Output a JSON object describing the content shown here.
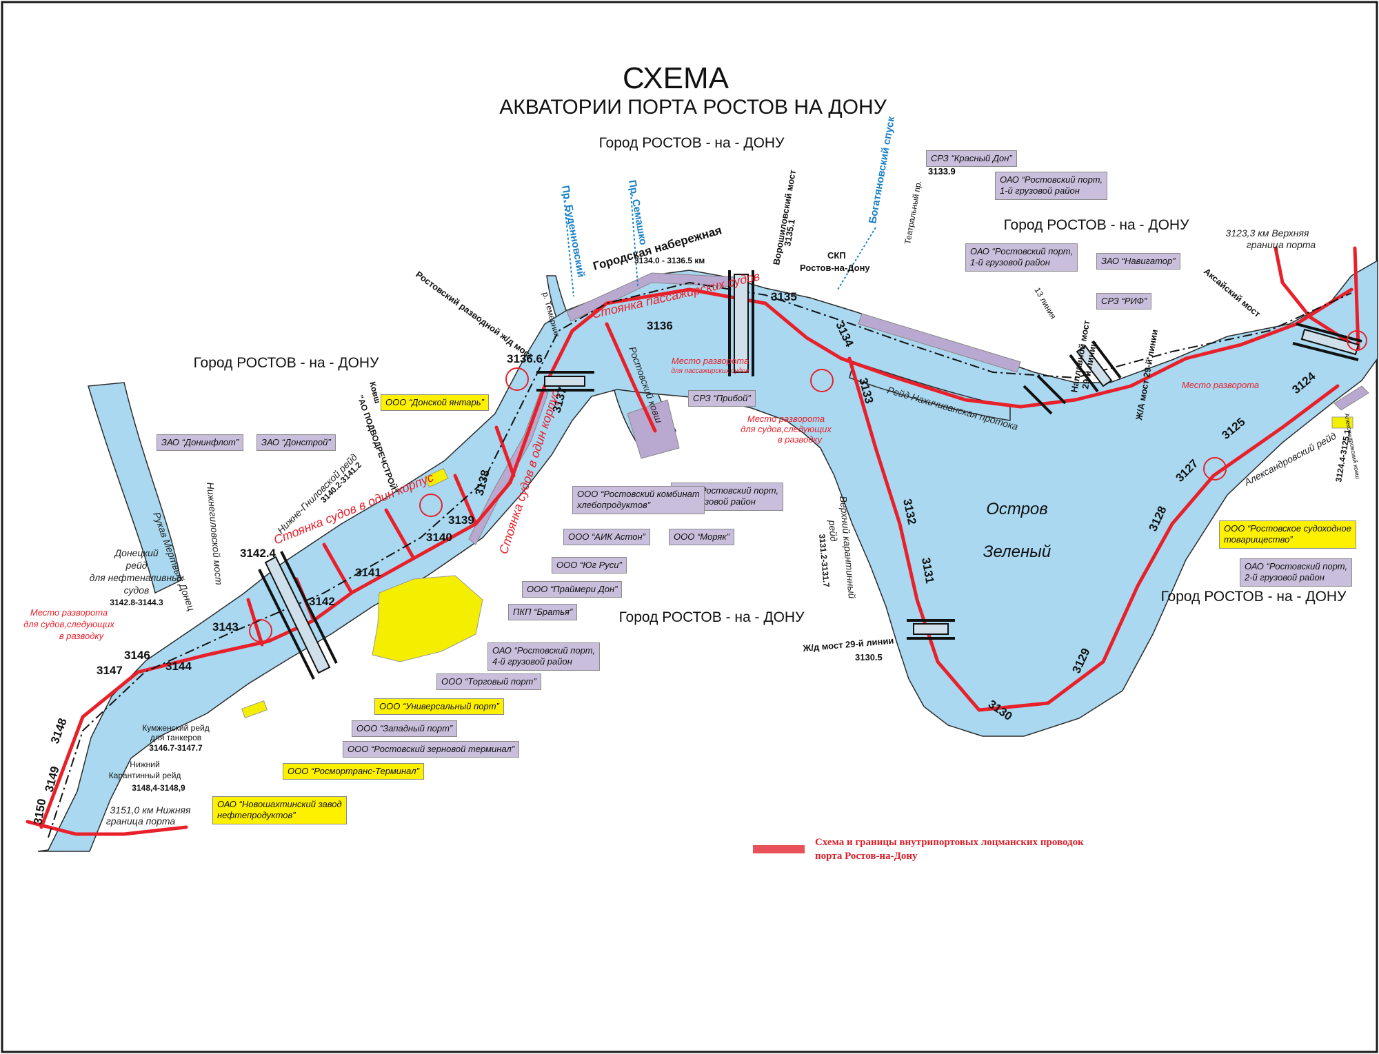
{
  "title": "СХЕМА",
  "subtitle": "АКВАТОРИИ ПОРТА РОСТОВ НА ДОНУ",
  "city_labels": [
    "Город  РОСТОВ - на - ДОНУ",
    "Город  РОСТОВ - на - ДОНУ",
    "Город  РОСТОВ - на - ДОНУ",
    "Город  РОСТОВ - на - ДОНУ",
    "Город  РОСТОВ - на - ДОНУ"
  ],
  "island": [
    "Остров",
    "Зеленый"
  ],
  "km_marks": [
    "3150",
    "3149",
    "3148",
    "3147",
    "3146",
    "3144",
    "3143",
    "3142",
    "3141",
    "3140",
    "3139",
    "3138",
    "3137",
    "3136",
    "3135",
    "3134",
    "3133",
    "3132",
    "3131",
    "3130",
    "3129",
    "3128",
    "3127",
    "3125",
    "3124"
  ],
  "bridges": {
    "nizhnegnilovskoy": "Нижнегиловской мост",
    "nizhnegnilovskoy_km": "3142.4",
    "railway_razvodnoy": "Ростовский разводной ж/д мост",
    "railway_razvodnoy_km": "3136.6",
    "voroshilovsky": "Ворошиловский мост",
    "voroshilovsky_km": "3135.1",
    "naplavnoy": "Наплавной мост",
    "naplavnoy_sub": "29-й линии",
    "railway_29": "Ж/А мост 29-й линии",
    "railway_29_lower": "Ж/д мост 29-й линии",
    "railway_29_lower_km": "3130.5",
    "aksaysky": "Аксайский мост"
  },
  "streets": {
    "budennovsky": "Пр. Буденновский",
    "semashko": "Пр. Семашко",
    "bogatyanovsky": "Богатяновский спуск",
    "teatralny": "Театральный пр.",
    "line13": "13 линия"
  },
  "places": {
    "gorodskaya_nab": "Городская набережная",
    "gorodskaya_nab_km": "3134.0 - 3136.5 км",
    "skp": "СКП",
    "skp_sub": "Ростов-на-Дону",
    "temernik": "р. Темерник",
    "rostovsky_kovsh": "Ростовский ковш",
    "ao_podvodrechstroy": "\"АО ПОДВОДРЕЧСТРОЙ\"",
    "kovsh": "Ковш",
    "mertvy_donets": "Рукав Мертвый Донец",
    "aleksandrovsky_kovsh": "Александровский ковш"
  },
  "raids": {
    "nizhne_gnilovskoy": "Нижне-Гниловской рейд",
    "nizhne_gnilovskoy_km": "3140.2-3141.2",
    "donetsky": [
      "Донецкий",
      "рейд",
      "для нефтеналивных",
      "судов"
    ],
    "donetsky_km": "3142.8-3144.3",
    "kumzhensky": [
      "Кумженский рейд",
      "для танкеров"
    ],
    "kumzhensky_km": "3146.7-3147.7",
    "nizhny_karantinny": [
      "Нижний",
      "Карантинный рейд"
    ],
    "nizhny_karantinny_km": "3148,4-3148,9",
    "verkhny_karantinny": [
      "Верхний карантинный",
      "рейд"
    ],
    "verkhny_karantinny_km": "3131.2-3131.7",
    "nakhichevanskaya": "Рейд Нахичиванская протока",
    "aleksandrovsky": "Александровский рейд",
    "aleksandrovsky_km": "3124.4-3125.1"
  },
  "red_labels": {
    "turn_top": "Место разворота",
    "turn_top_sub": "для пассажирских судов",
    "turn_mid": [
      "Место разворота",
      "для судов,следующих",
      "в разводку"
    ],
    "turn_left": [
      "Место разворота",
      "для судов,следующих",
      "в разводку"
    ],
    "turn_right": "Место разворота",
    "stoyanka_pass": "Стоянка пассажирских судов",
    "stoyanka_korpus_1": "Стоянка судов в один корпус",
    "stoyanka_korpus_2": "Стоянка судов в один корпус"
  },
  "boundaries": {
    "upper": [
      "3123,3 км Верхняя",
      "граница порта"
    ],
    "lower": [
      "3151,0 км Нижняя",
      "граница порта"
    ]
  },
  "orgs": {
    "krasny_don": "СРЗ “Красный Дон”",
    "krasny_don_km": "3133.9",
    "rostport_1_top": [
      "ОАО “Ростовский порт,",
      "1-й грузовой район"
    ],
    "rostport_1_mid": [
      "ОАО “Ростовский порт,",
      "1-й грузовой район"
    ],
    "navigator": "ЗАО “Навигатор”",
    "rif": "СРЗ “РИФ”",
    "priboy": "СРЗ “Прибой”",
    "rostport_3": [
      "ОАО “Ростовский порт,",
      "3-й грузовой район"
    ],
    "donskoy_yantar": "ООО “Донской янтарь”",
    "doninflot": "ЗАО “Донинфлот”",
    "donstroy": "ЗАО “Донстрой”",
    "rkhp": [
      "ООО “Ростовский комбинат",
      "хлебопродуктов”"
    ],
    "aik_aston": "ООО “АИК Астон”",
    "moryak": "ООО “Моряк”",
    "yug_rusi": "ООО “Юг Руси”",
    "praymeri_don": "ООО “Праймери Дон”",
    "bratya": "ПКП “Братья”",
    "rostport_4": [
      "ОАО “Ростовский порт,",
      "4-й грузовой район"
    ],
    "torgovy_port": "ООО “Торговый порт”",
    "universalny_port": "ООО “Универсальный порт”",
    "zapadny_port": "ООО “Западный порт”",
    "rzt": "ООО “Ростовский зерновой терминал”",
    "rosmortrans": "ООО “Росмортранс-Терминал”",
    "novoshakhtinsky": [
      "ОАО “Новошахтинский завод",
      "нефтепродуктов”"
    ],
    "rsudokhodnoe": [
      "ООО “Ростовское судоходное",
      "товарищество”"
    ],
    "rostport_2": [
      "ОАО “Ростовский порт,",
      "2-й грузовой район"
    ]
  },
  "legend": "Схема и границы внутрипортовых лоцманских проводок порта Ростов-на-Дону",
  "colors": {
    "water": "#a9d8f0",
    "route": "#e8202a",
    "berth": "#b9a8d0",
    "org_purple": "#c9bedb",
    "org_yellow": "#fdf100"
  }
}
